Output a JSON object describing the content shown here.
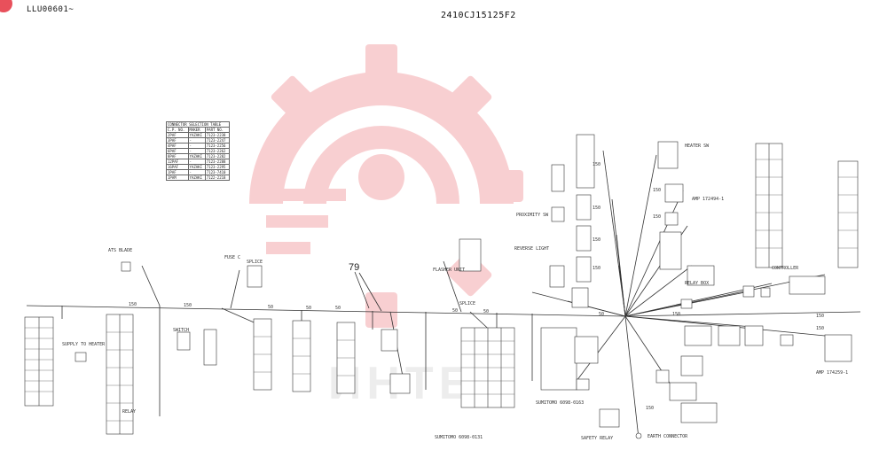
{
  "header": {
    "left_code": "LLU00601~",
    "center_code": "2410CJ15125F2"
  },
  "callout": {
    "label": "79"
  },
  "watermark": {
    "text": "ИНТЕХ",
    "color": "#f5b5b8"
  },
  "wire_labels": [
    "150",
    "150",
    "50",
    "50",
    "50",
    "50",
    "50",
    "50",
    "150",
    "150",
    "150",
    "150",
    "150",
    "150",
    "150",
    "150",
    "150",
    "150"
  ],
  "block_labels": {
    "ata_blade": "ATS BLADE",
    "speed": "SPLICE",
    "fuse_c": "FUSE C",
    "speed_2": "SPLICE",
    "supp_hdr": "SUPPLY TO HEATER",
    "cw_1": "SWITCH",
    "cw_2": "RELAY",
    "heater_sw": "HEATER SW",
    "prox": "PROXIMITY SW",
    "flasher": "FLASHER UNIT",
    "reverse": "REVERSE LIGHT",
    "controller": "CONTROLLER",
    "sumitomo_1": "SUMITOMO 6098-0131",
    "sumitomo_2": "SUMITOMO 6098-0163",
    "relay_box": "RELAY BOX",
    "earth": "EARTH CONNECTOR",
    "safety": "SAFETY RELAY",
    "amp_1": "AMP 172494-1",
    "amp_2": "AMP 174259-1"
  },
  "selection_table": {
    "title": "CONNECTOR SELECTION TABLE",
    "headers": [
      "C.P. NO.",
      "MAKER",
      "PART NO."
    ],
    "rows": [
      [
        "2PAF",
        "YAZAKI",
        "7123-2238"
      ],
      [
        "3PAF",
        "-",
        "7123-2247"
      ],
      [
        "4PAF",
        "-",
        "7123-2256"
      ],
      [
        "6PAF",
        "-",
        "7123-2262"
      ],
      [
        "8PAF",
        "YAZAKI",
        "7123-2282"
      ],
      [
        "12PAF",
        "-",
        "7123-2288"
      ],
      [
        "16PAF",
        "YAZAKI",
        "7123-2295"
      ],
      [
        "1PAF",
        "-",
        "7123-7410"
      ],
      [
        "1PAM",
        "YAZAKI",
        "7122-2218"
      ]
    ]
  }
}
